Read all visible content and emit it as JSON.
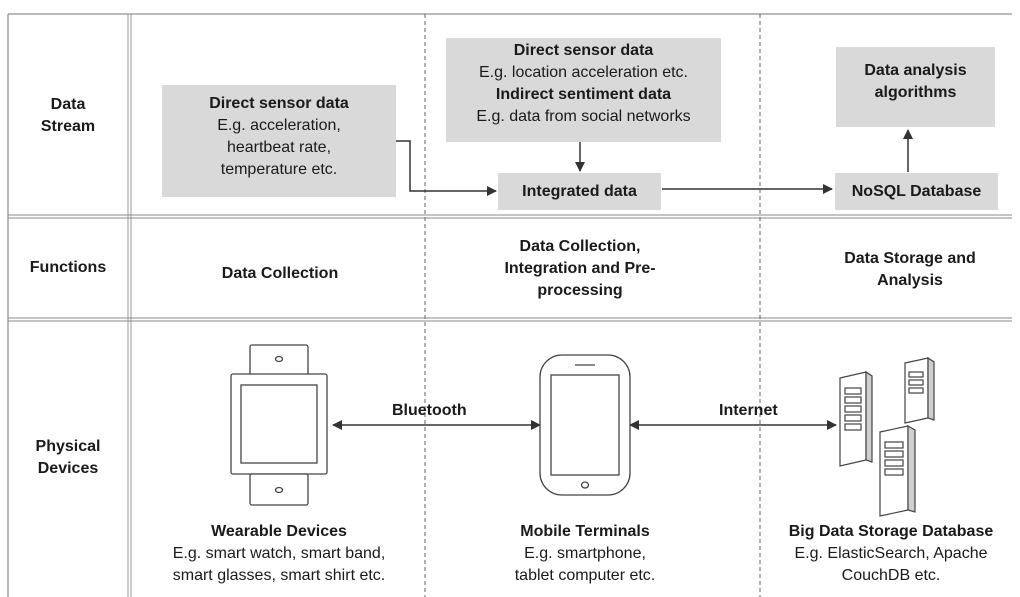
{
  "rows": {
    "data_stream": [
      "Data",
      "Stream"
    ],
    "functions": "Functions",
    "physical_devices": [
      "Physical",
      "Devices"
    ]
  },
  "stream": {
    "left_box": {
      "title": "Direct sensor data",
      "lines": [
        "E.g. acceleration,",
        "heartbeat rate,",
        "temperature etc."
      ]
    },
    "middle_box": {
      "title1": "Direct sensor data",
      "line1": "E.g. location acceleration etc.",
      "title2": "Indirect sentiment data",
      "line2": "E.g. data from social networks"
    },
    "integrated": "Integrated data",
    "nosql": "NoSQL Database",
    "analysis": [
      "Data analysis",
      "algorithms"
    ]
  },
  "functions": {
    "col1": "Data Collection",
    "col2": [
      "Data Collection,",
      "Integration and Pre-",
      "processing"
    ],
    "col3": [
      "Data Storage and",
      "Analysis"
    ]
  },
  "devices": {
    "bluetooth": "Bluetooth",
    "internet": "Internet",
    "wearable": {
      "title": "Wearable Devices",
      "lines": [
        "E.g. smart watch, smart band,",
        "smart glasses, smart shirt etc."
      ]
    },
    "mobile": {
      "title": "Mobile Terminals",
      "lines": [
        "E.g. smartphone,",
        "tablet computer etc."
      ]
    },
    "storage": {
      "title": "Big Data Storage Database",
      "lines": [
        "E.g. ElasticSearch, Apache",
        "CouchDB etc."
      ]
    }
  }
}
